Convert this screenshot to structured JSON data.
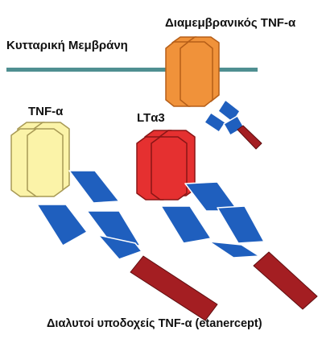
{
  "labels": {
    "cell_membrane": "Κυτταρική Μεμβράνη",
    "transmembrane_tnf": "Διαμεμβρανικός TNF-α",
    "soluble_tnf": "TNF-α",
    "lta3": "LTα3",
    "caption": "Διαλυτοί υποδοχείς TNF-α (etanercept)"
  },
  "colors": {
    "membrane": "#4f8f91",
    "transmembrane_trimer": "#f0923a",
    "transmembrane_trimer_outline": "#b55e18",
    "soluble_tnf_trimer": "#fbf3a8",
    "soluble_tnf_trimer_outline": "#a89a55",
    "lta3_trimer": "#e53030",
    "lta3_trimer_outline": "#8a1616",
    "receptor_domain": "#1f5fbe",
    "receptor_domain_outline": "#ffffff",
    "fc_tail": "#a41e22",
    "fc_tail_outline": "#5e0e10"
  },
  "icons": {
    "trimer": "hexagonal-trimer-icon",
    "receptor": "diamond-receptor-icon"
  }
}
